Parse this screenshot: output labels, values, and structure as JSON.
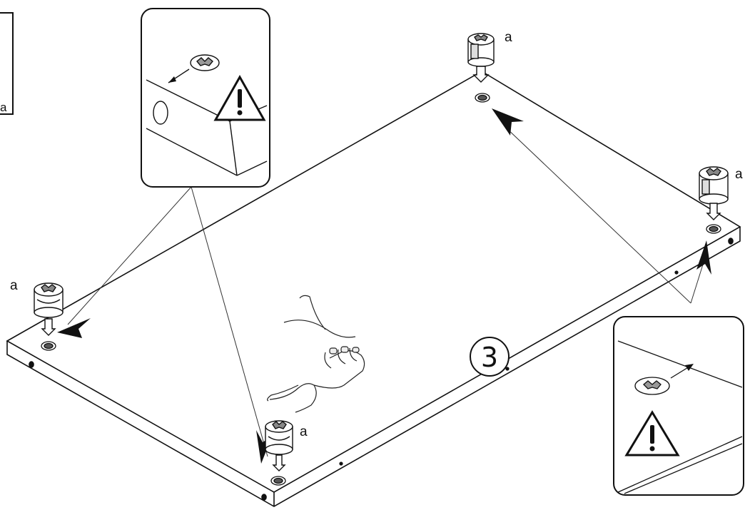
{
  "step_number": "3",
  "part_label": "a",
  "corner_fragment_text": "a",
  "warning_icon": "warning-triangle-icon",
  "colors": {
    "line": "#111111",
    "background": "#ffffff"
  }
}
